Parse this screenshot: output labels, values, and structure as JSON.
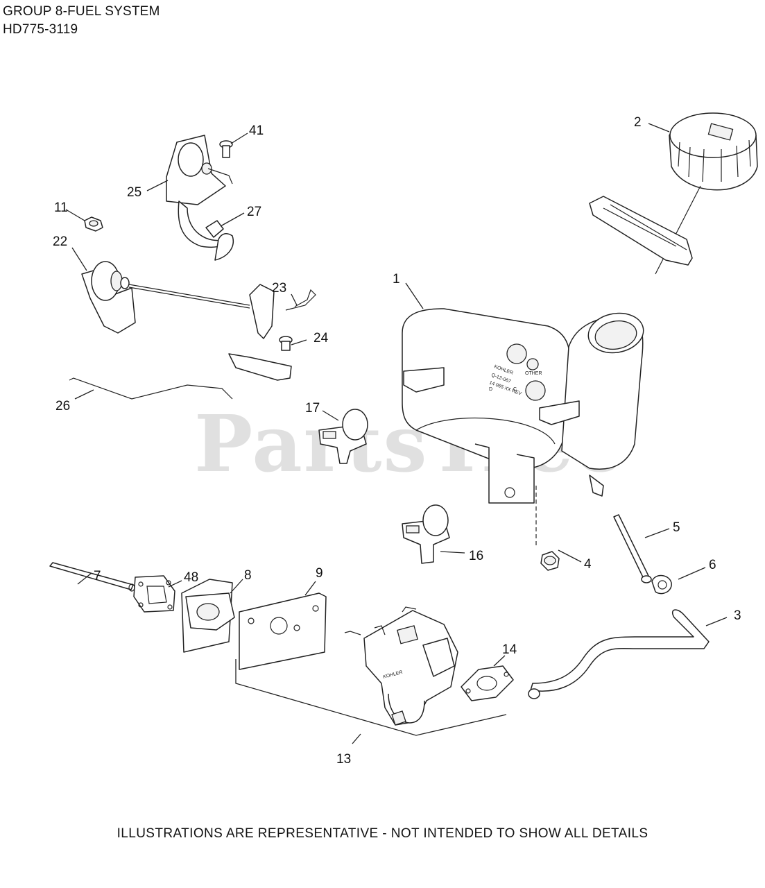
{
  "header": {
    "title": "GROUP 8-FUEL SYSTEM",
    "model": "HD775-3119"
  },
  "footer": {
    "disclaimer": "ILLUSTRATIONS ARE REPRESENTATIVE - NOT INTENDED TO SHOW ALL DETAILS"
  },
  "watermark": "PartsTree",
  "tank_markings": {
    "brand": "KOHLER",
    "code": "Q-12-067",
    "rev": "14 065 XX REV",
    "d": "D",
    "c": "C",
    "other": "OTHER"
  },
  "carb_brand": "KOHLER",
  "callouts": {
    "c1": "1",
    "c2": "2",
    "c3": "3",
    "c4": "4",
    "c5": "5",
    "c6": "6",
    "c7": "7",
    "c8": "8",
    "c9": "9",
    "c11": "11",
    "c13": "13",
    "c14": "14",
    "c16": "16",
    "c17": "17",
    "c22": "22",
    "c23": "23",
    "c24": "24",
    "c25": "25",
    "c26": "26",
    "c27": "27",
    "c41": "41",
    "c48": "48"
  }
}
